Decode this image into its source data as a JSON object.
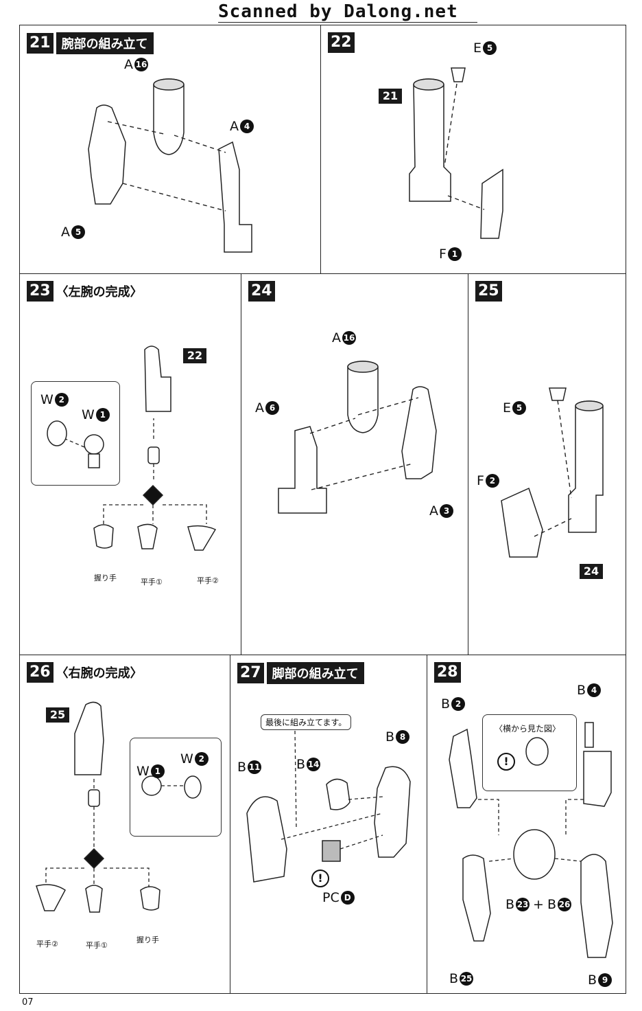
{
  "header": {
    "scanned_by": "Scanned by Dalong.net"
  },
  "page_number": "07",
  "steps": {
    "s21": {
      "num": "21",
      "title": "腕部の組み立て",
      "labels": {
        "a16_letter": "A",
        "a16_num": "16",
        "a4_letter": "A",
        "a4_num": "4",
        "a5_letter": "A",
        "a5_num": "5"
      }
    },
    "s22": {
      "num": "22",
      "labels": {
        "e5_letter": "E",
        "e5_num": "5",
        "ref": "21",
        "f1_letter": "F",
        "f1_num": "1"
      }
    },
    "s23": {
      "num": "23",
      "title": "〈左腕の完成〉",
      "labels": {
        "ref": "22",
        "w2_letter": "W",
        "w2_num": "2",
        "w1_letter": "W",
        "w1_num": "1"
      },
      "hands": [
        "握り手",
        "平手①",
        "平手②"
      ]
    },
    "s24": {
      "num": "24",
      "labels": {
        "a16_letter": "A",
        "a16_num": "16",
        "a6_letter": "A",
        "a6_num": "6",
        "a3_letter": "A",
        "a3_num": "3"
      }
    },
    "s25": {
      "num": "25",
      "labels": {
        "e5_letter": "E",
        "e5_num": "5",
        "f2_letter": "F",
        "f2_num": "2",
        "ref": "24"
      }
    },
    "s26": {
      "num": "26",
      "title": "〈右腕の完成〉",
      "labels": {
        "ref": "25",
        "w1_letter": "W",
        "w1_num": "1",
        "w2_letter": "W",
        "w2_num": "2"
      },
      "hands": [
        "平手②",
        "平手①",
        "握り手"
      ]
    },
    "s27": {
      "num": "27",
      "title": "脚部の組み立て",
      "note": "最後に組み立てます。",
      "labels": {
        "b8_letter": "B",
        "b8_num": "8",
        "b11_letter": "B",
        "b11_num": "11",
        "b14_letter": "B",
        "b14_num": "14",
        "pcd_letter": "PC",
        "pcd_num": "D",
        "excl": "!"
      }
    },
    "s28": {
      "num": "28",
      "side_view": "〈横から見た図〉",
      "labels": {
        "b2_letter": "B",
        "b2_num": "2",
        "b4_letter": "B",
        "b4_num": "4",
        "b23_letter": "B",
        "b23_num": "23",
        "plus": "+",
        "b26_letter": "B",
        "b26_num": "26",
        "b25_letter": "B",
        "b25_num": "25",
        "b9_letter": "B",
        "b9_num": "9",
        "excl": "!"
      }
    }
  }
}
